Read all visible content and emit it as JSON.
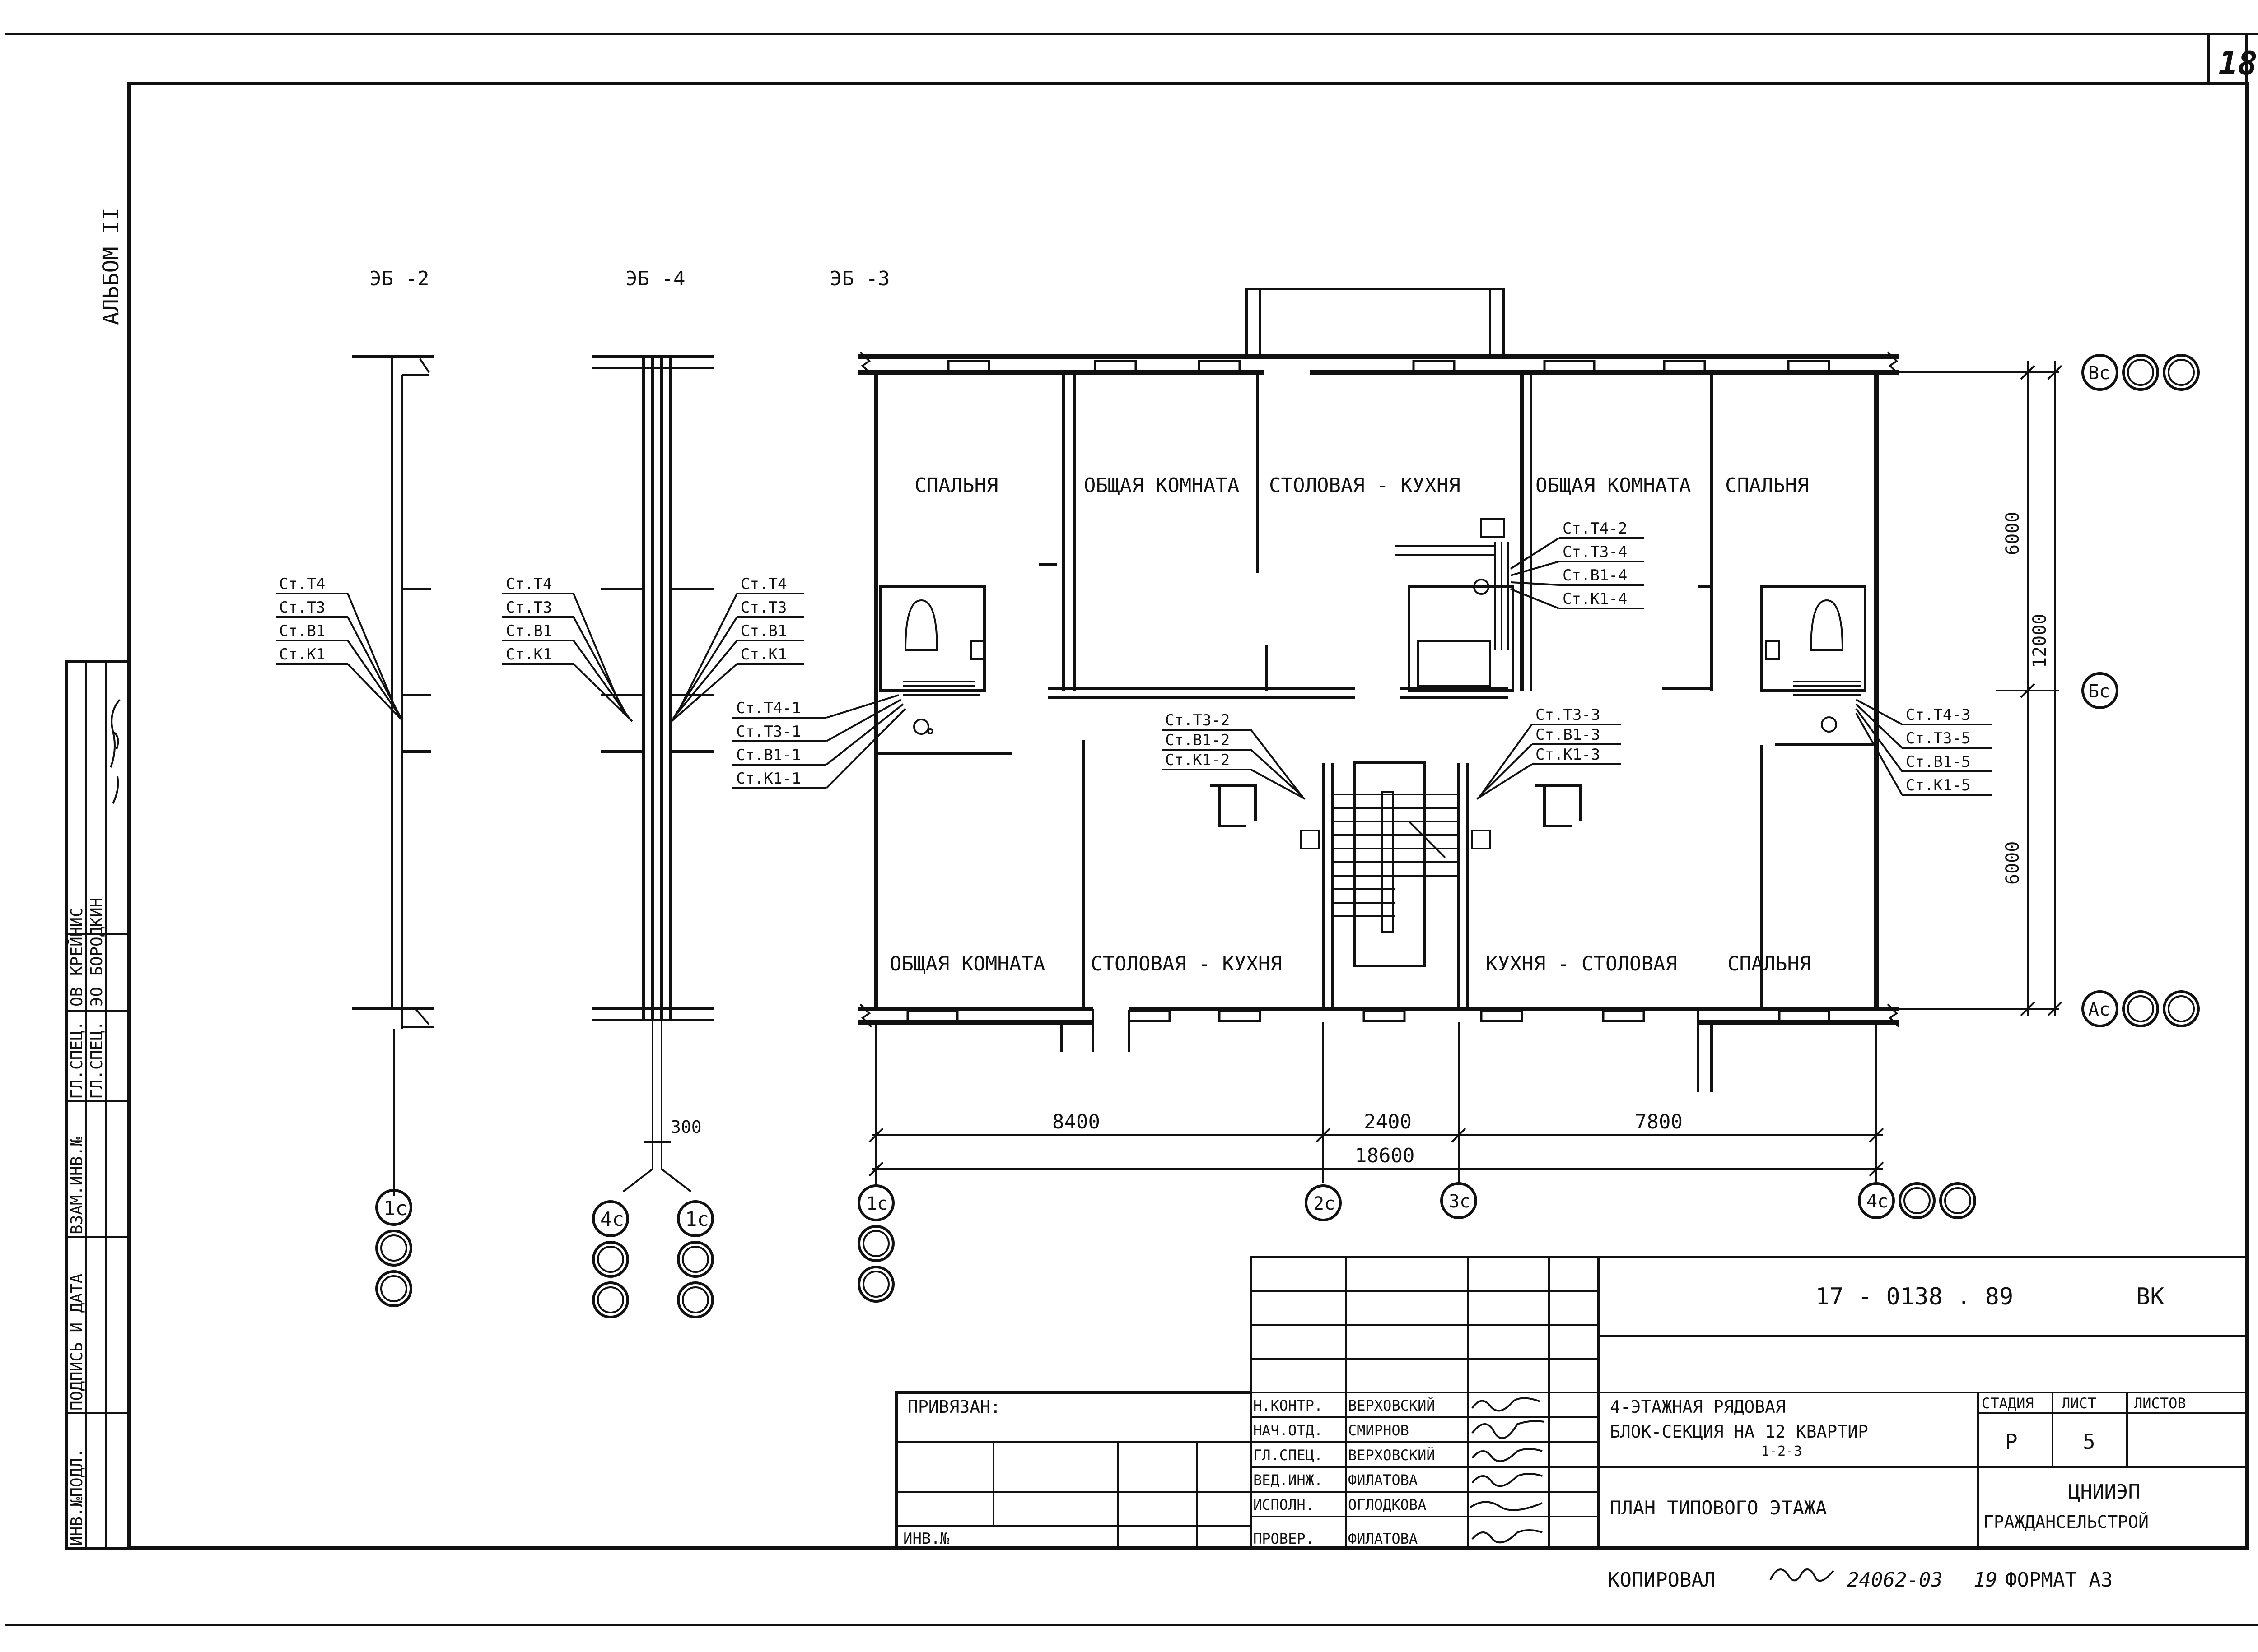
{
  "sheet": {
    "number": "18",
    "album_label": "АЛЬБОМ II"
  },
  "risers": {
    "eb2": {
      "title": "ЭБ -2",
      "labels": [
        "Ст.Т4",
        "Ст.Т3",
        "Ст.В1",
        "Ст.К1"
      ],
      "axis": "1с"
    },
    "eb4": {
      "title": "ЭБ -4",
      "labels_left": [
        "Ст.Т4",
        "Ст.Т3",
        "Ст.В1",
        "Ст.К1"
      ],
      "labels_right": [
        "Ст.Т4",
        "Ст.Т3",
        "Ст.В1",
        "Ст.К1"
      ],
      "axis_left": "4с",
      "axis_right": "1с",
      "offset_dim": "300"
    },
    "eb3": {
      "title": "ЭБ -3"
    }
  },
  "plan": {
    "rooms": {
      "top": [
        "СПАЛЬНЯ",
        "ОБЩАЯ КОМНАТА",
        "СТОЛОВАЯ - КУХНЯ",
        "ОБЩАЯ КОМНАТА",
        "СПАЛЬНЯ"
      ],
      "bottom": [
        "ОБЩАЯ КОМНАТА",
        "СТОЛОВАЯ - КУХНЯ",
        "КУХНЯ - СТОЛОВАЯ",
        "СПАЛЬНЯ"
      ]
    },
    "riser_groups": {
      "g1": [
        "Ст.Т4-1",
        "Ст.Т3-1",
        "Ст.В1-1",
        "Ст.К1-1"
      ],
      "g2": [
        "Ст.Т3-2",
        "Ст.В1-2",
        "Ст.К1-2"
      ],
      "g3": [
        "Ст.Т3-3",
        "Ст.В1-3",
        "Ст.К1-3"
      ],
      "g4": [
        "Ст.Т4-2",
        "Ст.Т3-4",
        "Ст.В1-4",
        "Ст.К1-4"
      ],
      "g5": [
        "Ст.Т4-3",
        "Ст.Т3-5",
        "Ст.В1-5",
        "Ст.К1-5"
      ]
    },
    "dims": {
      "d_8400": "8400",
      "d_2400": "2400",
      "d_7800": "7800",
      "d_18600": "18600",
      "d_6000a": "6000",
      "d_6000b": "6000",
      "d_12000": "12000"
    },
    "axes": {
      "a1": "1с",
      "a2": "2с",
      "a3": "3с",
      "a4": "4с",
      "vs": "Вс",
      "bs": "Бс",
      "as": "Ас"
    }
  },
  "title_block": {
    "code": "17 - 0138 . 89",
    "mark": "ВК",
    "privyazan": "ПРИВЯЗАН:",
    "inv_no": "ИНВ.№",
    "roles": [
      "Н.КОНТР.",
      "НАЧ.ОТД.",
      "ГЛ.СПЕЦ.",
      "ВЕД.ИНЖ.",
      "ИСПОЛН.",
      "ПРОВЕР."
    ],
    "names": [
      "ВЕРХОВСКИЙ",
      "СМИРНОВ",
      "ВЕРХОВСКИЙ",
      "ФИЛАТОВА",
      "ОГЛОДКОВА",
      "ФИЛАТОВА"
    ],
    "object_line1": "4-ЭТАЖНАЯ   РЯДОВАЯ",
    "object_line2": "БЛОК-СЕКЦИЯ НА 12 КВАРТИР",
    "object_line3": "1-2-3",
    "sheet_title": "ПЛАН ТИПОВОГО ЭТАЖА",
    "stage_header": "СТАДИЯ",
    "sheet_header": "ЛИСТ",
    "sheets_header": "ЛИСТОВ",
    "stage": "Р",
    "sheet_no": "5",
    "org_line1": "ЦНИИЭП",
    "org_line2": "ГРАЖДАНСЕЛЬСТРОЙ"
  },
  "left_stamp": {
    "roles": [
      "ГЛ.СПЕЦ.",
      "ГЛ.СПЕЦ."
    ],
    "depts": [
      "ОВ",
      "ЭО"
    ],
    "names": [
      "КРЕЙНИС",
      "БОРОДКИН"
    ],
    "cols": [
      "ИНВ.№ПОДЛ.",
      "ПОДПИСЬ И ДАТА",
      "ВЗАМ.ИНВ.№"
    ]
  },
  "footer": {
    "copied": "КОПИРОВАЛ",
    "order": "24062-03",
    "format_no": "19",
    "format": "ФОРМАТ А3"
  }
}
